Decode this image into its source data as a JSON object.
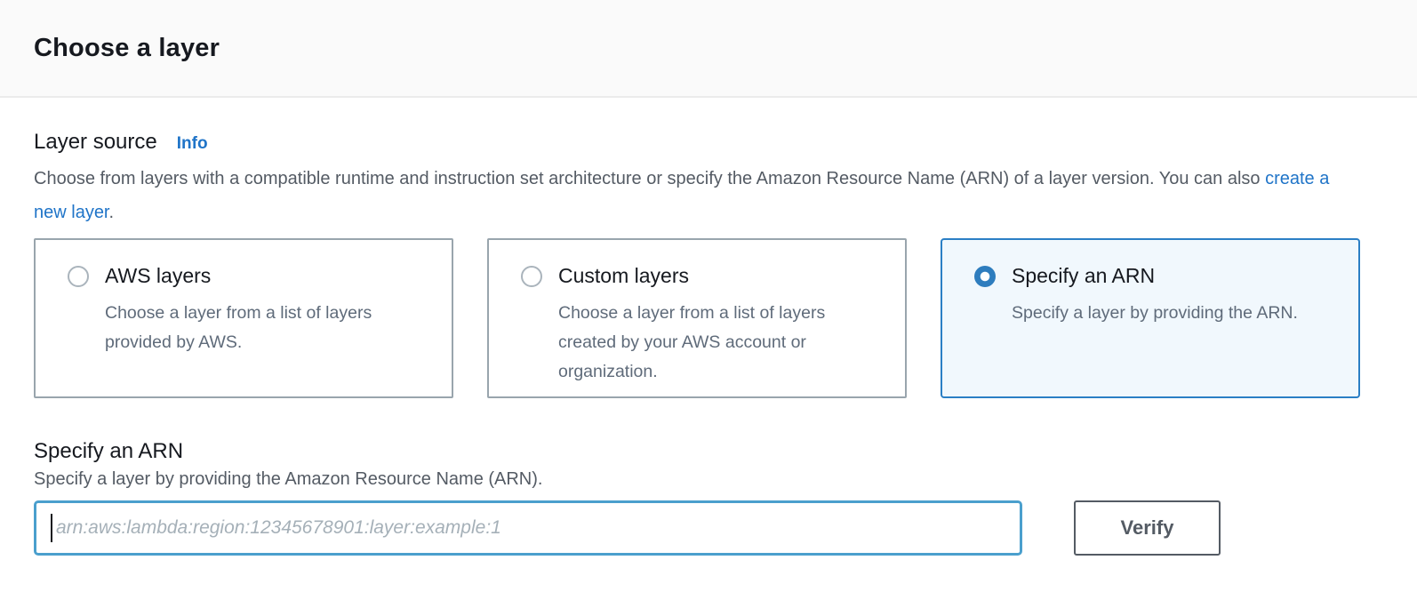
{
  "panel": {
    "title": "Choose a layer"
  },
  "layer_source": {
    "label": "Layer source",
    "info_link_label": "Info",
    "description_before_link": "Choose from layers with a compatible runtime and instruction set architecture or specify the Amazon Resource Name (ARN) of a layer version. You can also ",
    "create_layer_link_label": "create a new layer",
    "description_after_link": ".",
    "options": [
      {
        "title": "AWS layers",
        "description": "Choose a layer from a list of layers provided by AWS.",
        "selected": false
      },
      {
        "title": "Custom layers",
        "description": "Choose a layer from a list of layers created by your AWS account or organization.",
        "selected": false
      },
      {
        "title": "Specify an ARN",
        "description": "Specify a layer by providing the ARN.",
        "selected": true
      }
    ]
  },
  "arn_section": {
    "title": "Specify an ARN",
    "description": "Specify a layer by providing the Amazon Resource Name (ARN).",
    "input_value": "",
    "input_placeholder": "arn:aws:lambda:region:12345678901:layer:example:1",
    "verify_button_label": "Verify"
  },
  "colors": {
    "link_blue": "#1f74c8",
    "radio_selected_blue": "#2e7dbe",
    "selected_card_border": "#2b7fc5",
    "selected_card_background": "#f1f8fd",
    "focused_input_border": "#4a9fcd",
    "header_background": "#fafafa",
    "primary_text": "#16191f",
    "secondary_text": "#545b64"
  }
}
